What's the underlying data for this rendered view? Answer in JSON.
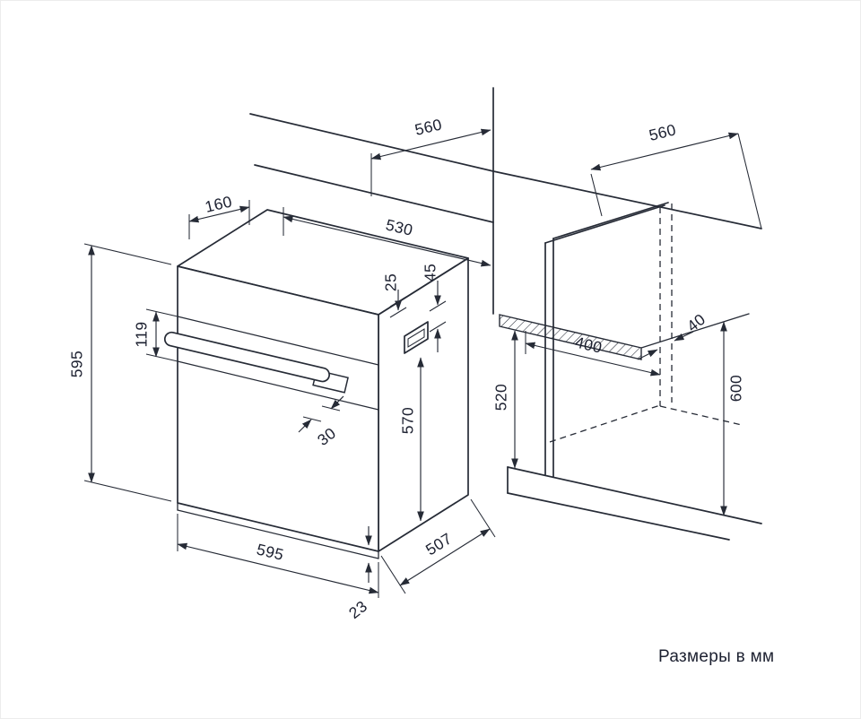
{
  "note": {
    "text": "Размеры в мм"
  },
  "dims": {
    "counter_depth_left": "560",
    "counter_depth_right": "560",
    "niche_top_width": "530",
    "top_clearance": "160",
    "top_gap": "25",
    "front_gap": "45",
    "oven_height": "595",
    "panel_height": "119",
    "body_height": "570",
    "niche_front_height": "520",
    "niche_floor_depth": "400",
    "rear_gap": "40",
    "niche_side_height": "600",
    "handle_depth": "30",
    "oven_width": "595",
    "body_depth": "507",
    "door_overhang": "23"
  },
  "colors": {
    "line": "#262b36",
    "text": "#1c2030",
    "background": "#ffffff"
  }
}
